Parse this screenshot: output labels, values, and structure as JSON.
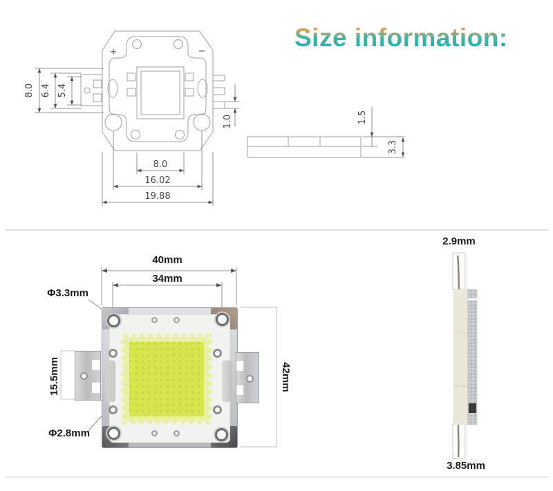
{
  "title": "Size information:",
  "colors": {
    "teal": "#2bb3ae",
    "orange": "#d29a54",
    "phosphor": "#d9e54e"
  },
  "top_view": {
    "plus": "+",
    "minus": "−",
    "dim_left_outer": "8.0",
    "dim_left_mid": "6.4",
    "dim_left_inner": "5.4",
    "dim_pin": "1.0",
    "dim_emitter": "8.0",
    "dim_holes": "16.02",
    "dim_body": "19.88",
    "side": {
      "dim_top": "1.5",
      "dim_thickness": "3.3"
    }
  },
  "bottom_view": {
    "dim_width": "40mm",
    "dim_hole_span": "34mm",
    "dim_corner_hole": "Φ3.3mm",
    "dim_tab": "15.5mm",
    "dim_inner_hole": "Φ2.8mm",
    "dim_height": "42mm",
    "side": {
      "dim_top": "2.9mm",
      "dim_bottom": "3.85mm"
    }
  }
}
